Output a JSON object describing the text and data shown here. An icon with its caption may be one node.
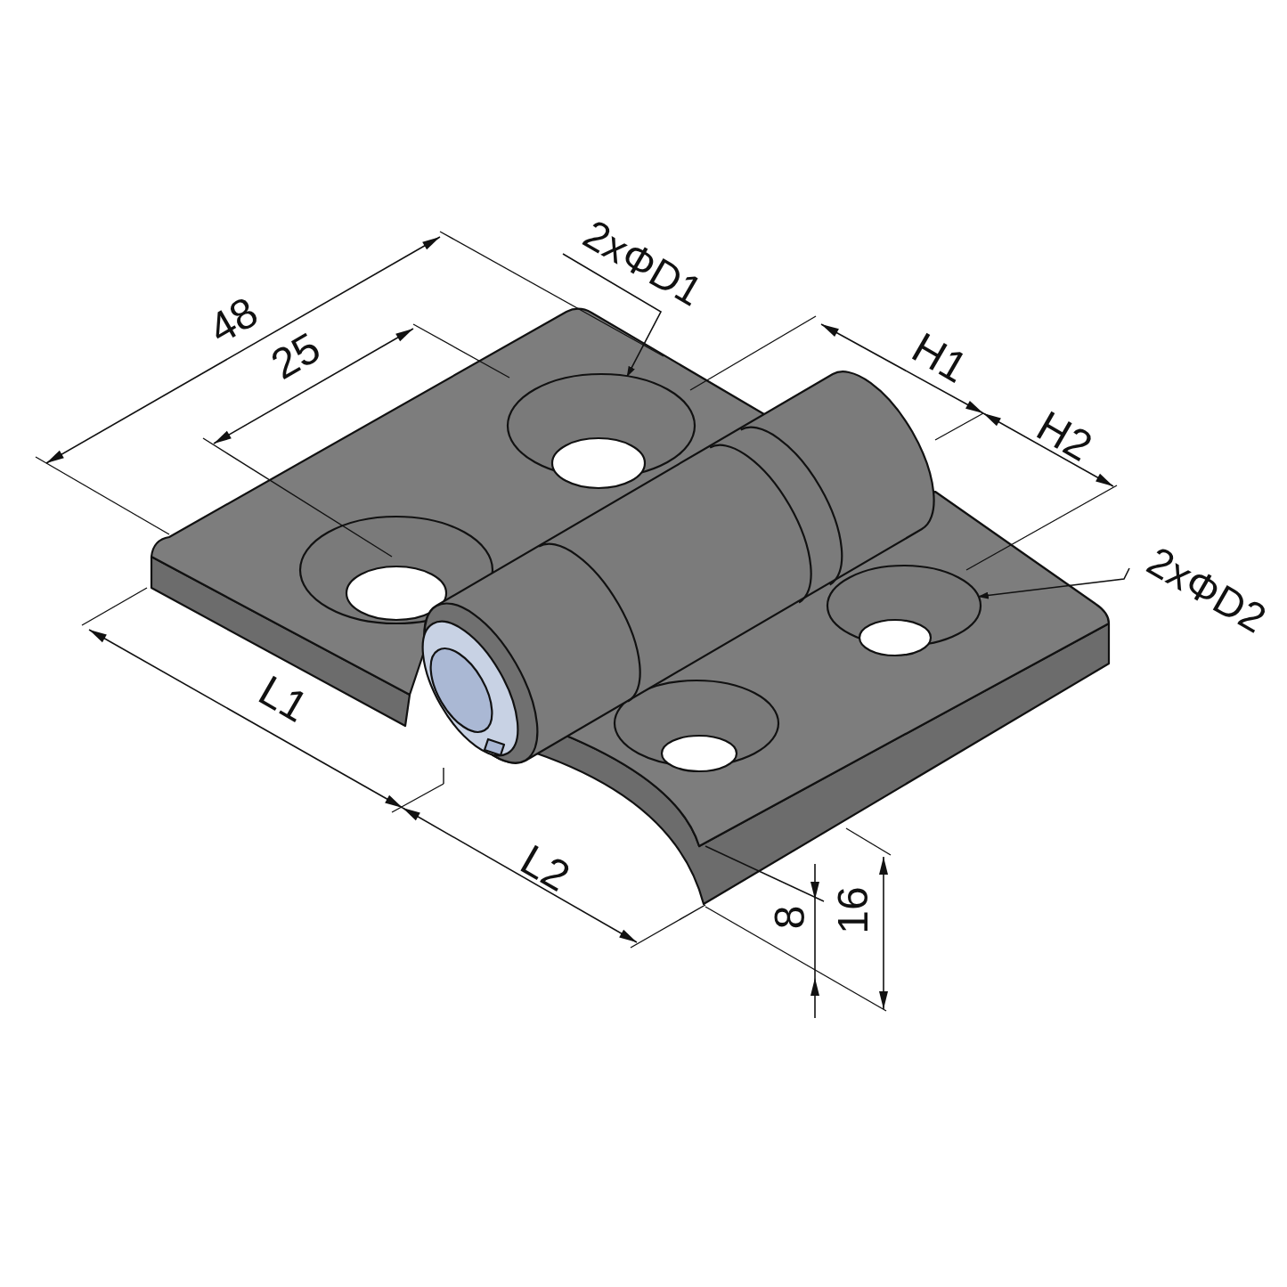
{
  "diagram": {
    "nodes": [
      {
        "text": [
          "2xΦD1"
        ]
      },
      {
        "text": [],
        "shape": "circle"
      },
      {
        "text": [
          "2xΦD2"
        ]
      },
      {
        "text": [],
        "shape": "circle"
      }
    ],
    "edges": [
      {
        "from": 0,
        "to": 1,
        "arrow": "to"
      },
      {
        "from": 2,
        "to": 3,
        "arrow": "to"
      }
    ],
    "labels": [
      "48",
      "25",
      "H1",
      "H2",
      "L1",
      "L2",
      "8",
      "16"
    ]
  }
}
